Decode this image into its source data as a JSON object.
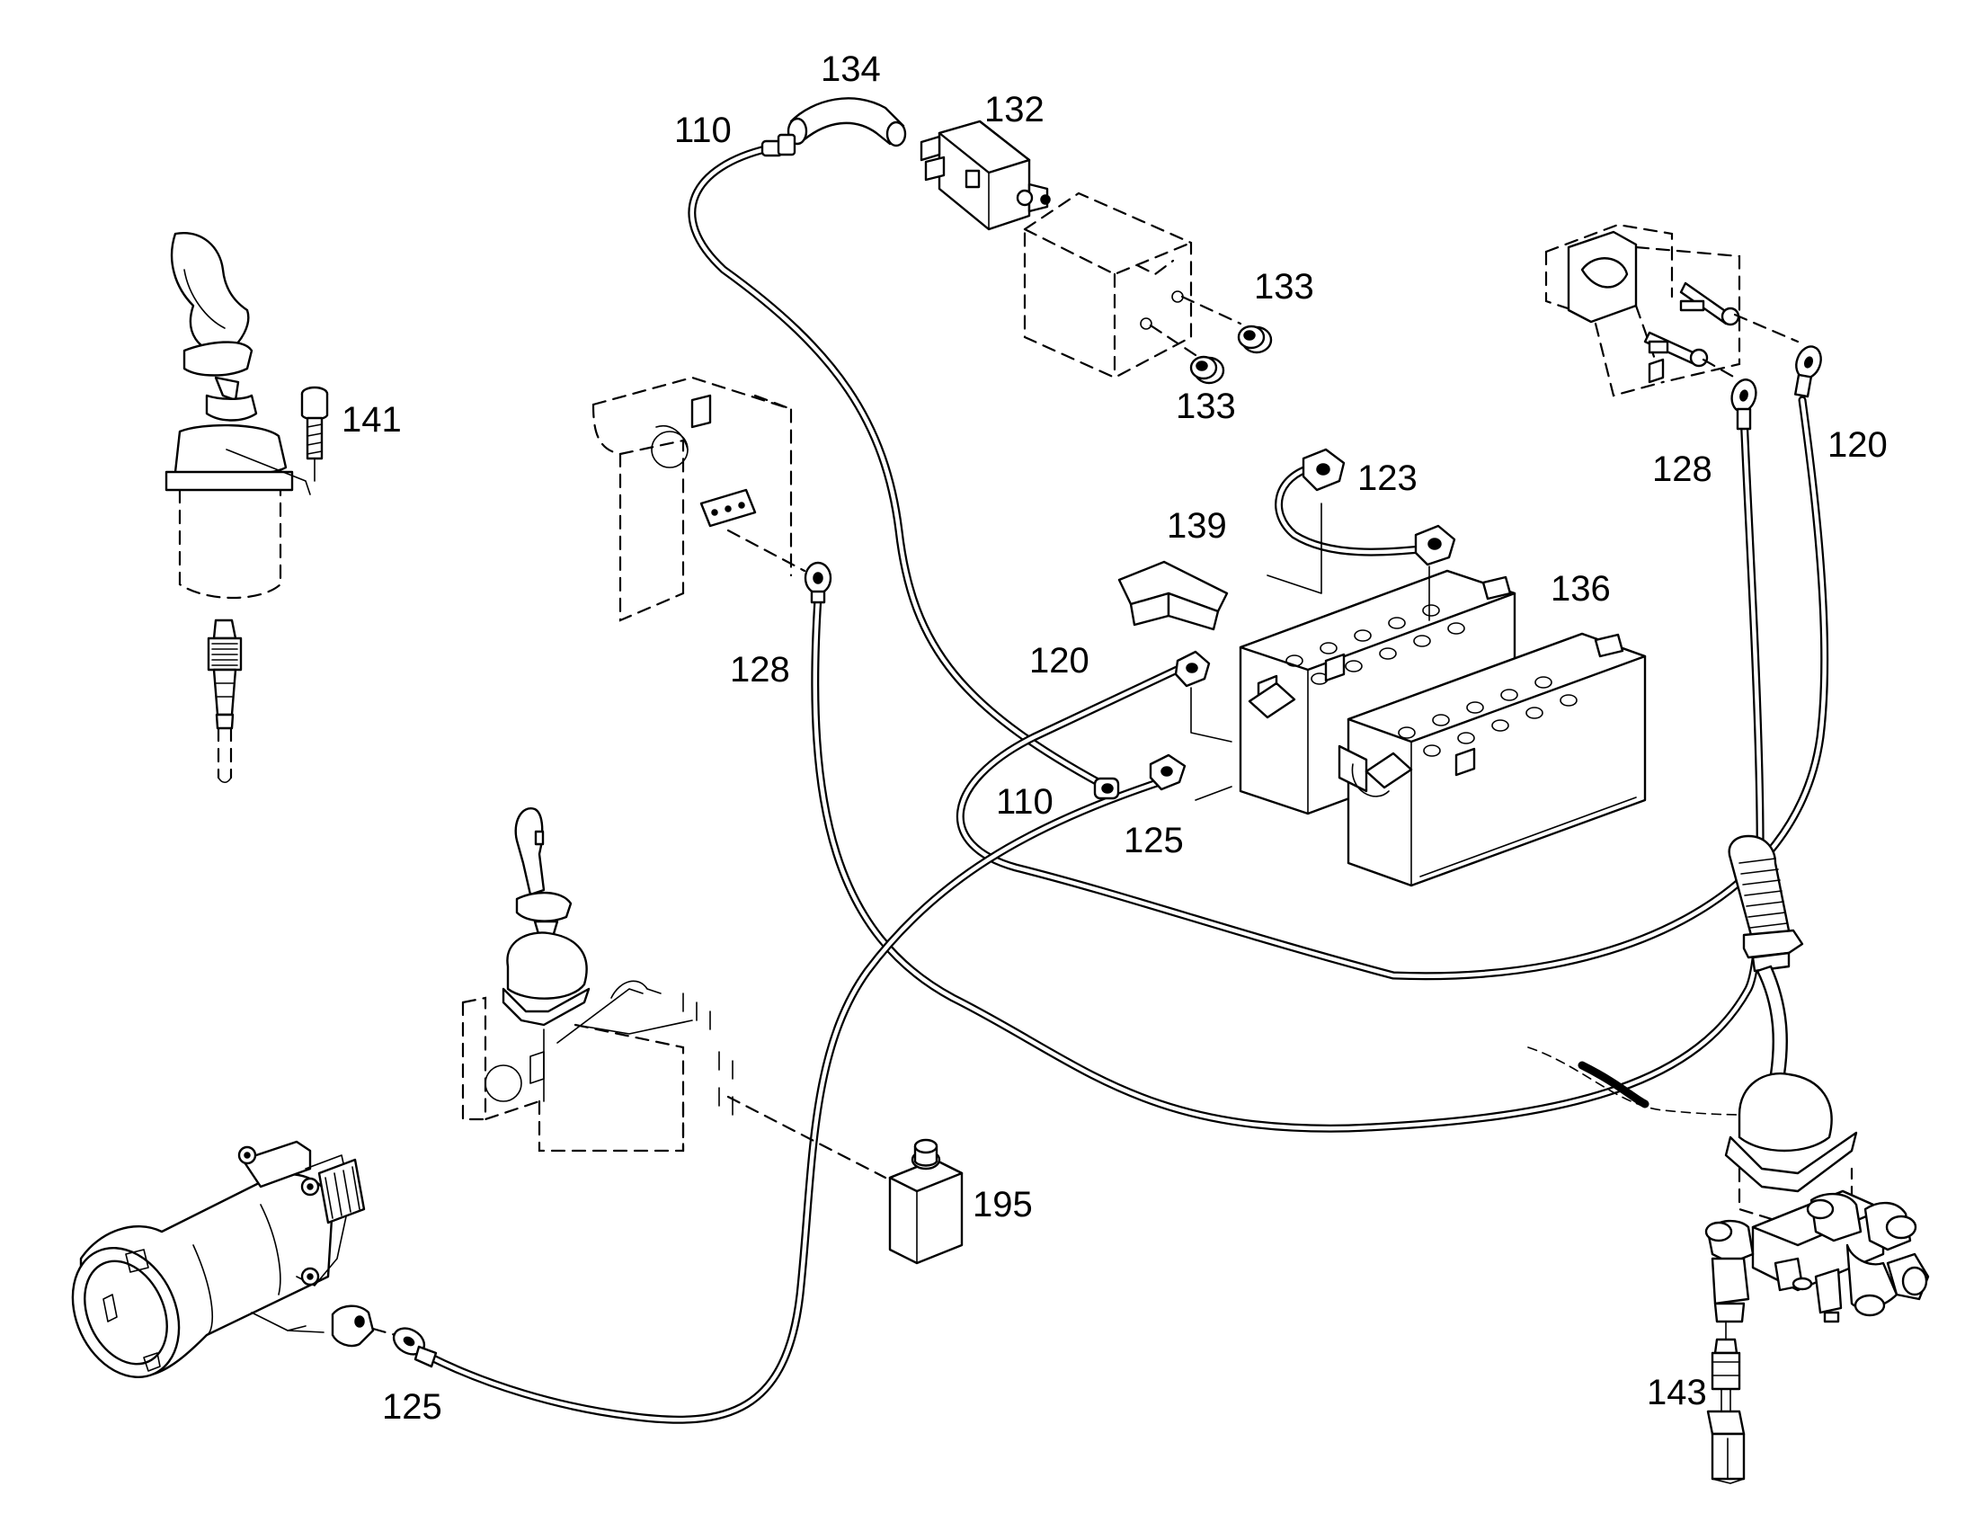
{
  "labels": {
    "p110a": "110",
    "p134": "134",
    "p132": "132",
    "p133a": "133",
    "p133b": "133",
    "p141": "141",
    "p123": "123",
    "p139": "139",
    "p136": "136",
    "p128a": "128",
    "p120a": "120",
    "p128b": "128",
    "p120b": "120",
    "p110b": "110",
    "p125a": "125",
    "p195": "195",
    "p125b": "125",
    "p143": "143"
  }
}
